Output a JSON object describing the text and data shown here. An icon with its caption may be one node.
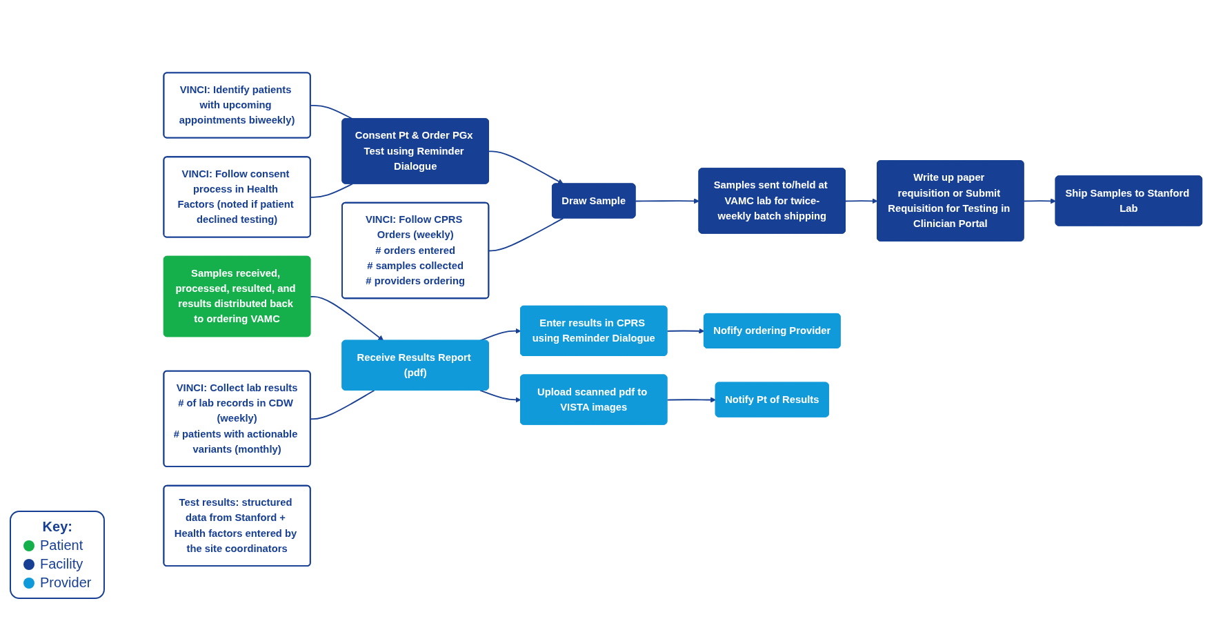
{
  "diagram": {
    "nodes": [
      {
        "text": [
          "Consent Pt & Order PGx Test using Reminder Dialogue"
        ]
      },
      {
        "text": [
          "Draw Sample"
        ]
      },
      {
        "text": [
          "Samples sent to/held at VAMC lab for twice-weekly batch shipping"
        ]
      },
      {
        "text": [
          "Write up paper requisition or Submit Requisition for Testing in Clinician Portal"
        ]
      },
      {
        "text": [
          "Ship Samples to Stanford Lab"
        ]
      },
      {
        "text": [
          "Samples received, processed, resulted, and results distributed back to ordering VAMC"
        ]
      },
      {
        "text": [
          "VINCI: Identify patients with upcoming appointments biweekly)"
        ]
      },
      {
        "text": [
          "VINCI: Follow consent process in Health Factors (noted if patient declined testing)"
        ]
      },
      {
        "text": [
          "VINCI: Follow CPRS Orders (weekly)",
          "# orders entered",
          "# samples collected",
          "# providers ordering"
        ]
      },
      {
        "text": [
          "Receive Results Report (pdf)"
        ]
      },
      {
        "text": [
          "Enter results in CPRS using Reminder Dialogue"
        ]
      },
      {
        "text": [
          "Nofify ordering Provider"
        ]
      },
      {
        "text": [
          "Upload scanned pdf to VISTA images"
        ]
      },
      {
        "text": [
          "Notify Pt of Results"
        ]
      },
      {
        "text": [
          "VINCI: Collect lab results",
          "# of lab records in CDW (weekly)",
          "# patients with actionable variants (monthly)"
        ]
      },
      {
        "text": [
          "Test results: structured data from Stanford + Health factors entered by the site coordinators"
        ]
      }
    ],
    "edges": [
      {
        "from": 0,
        "to": 1,
        "arrow": "to"
      },
      {
        "from": 1,
        "to": 2,
        "arrow": "to"
      },
      {
        "from": 2,
        "to": 3,
        "arrow": "to"
      },
      {
        "from": 3,
        "to": 4,
        "arrow": "to"
      },
      {
        "from": 6,
        "to": 0,
        "arrow": "none"
      },
      {
        "from": 7,
        "to": 0,
        "arrow": "none"
      },
      {
        "from": 8,
        "to": 1,
        "arrow": "none"
      },
      {
        "from": 5,
        "to": 9,
        "arrow": "to"
      },
      {
        "from": 9,
        "to": 10,
        "arrow": "to"
      },
      {
        "from": 9,
        "to": 12,
        "arrow": "to"
      },
      {
        "from": 10,
        "to": 11,
        "arrow": "to"
      },
      {
        "from": 12,
        "to": 13,
        "arrow": "to"
      },
      {
        "from": 14,
        "to": 9,
        "arrow": "none"
      }
    ],
    "labels": [
      "Key:"
    ],
    "legend": [
      {
        "text": "Patient",
        "color": "#15b04b"
      },
      {
        "text": "Facility",
        "color": "#173f93"
      },
      {
        "text": "Provider",
        "color": "#119ad9"
      }
    ]
  }
}
